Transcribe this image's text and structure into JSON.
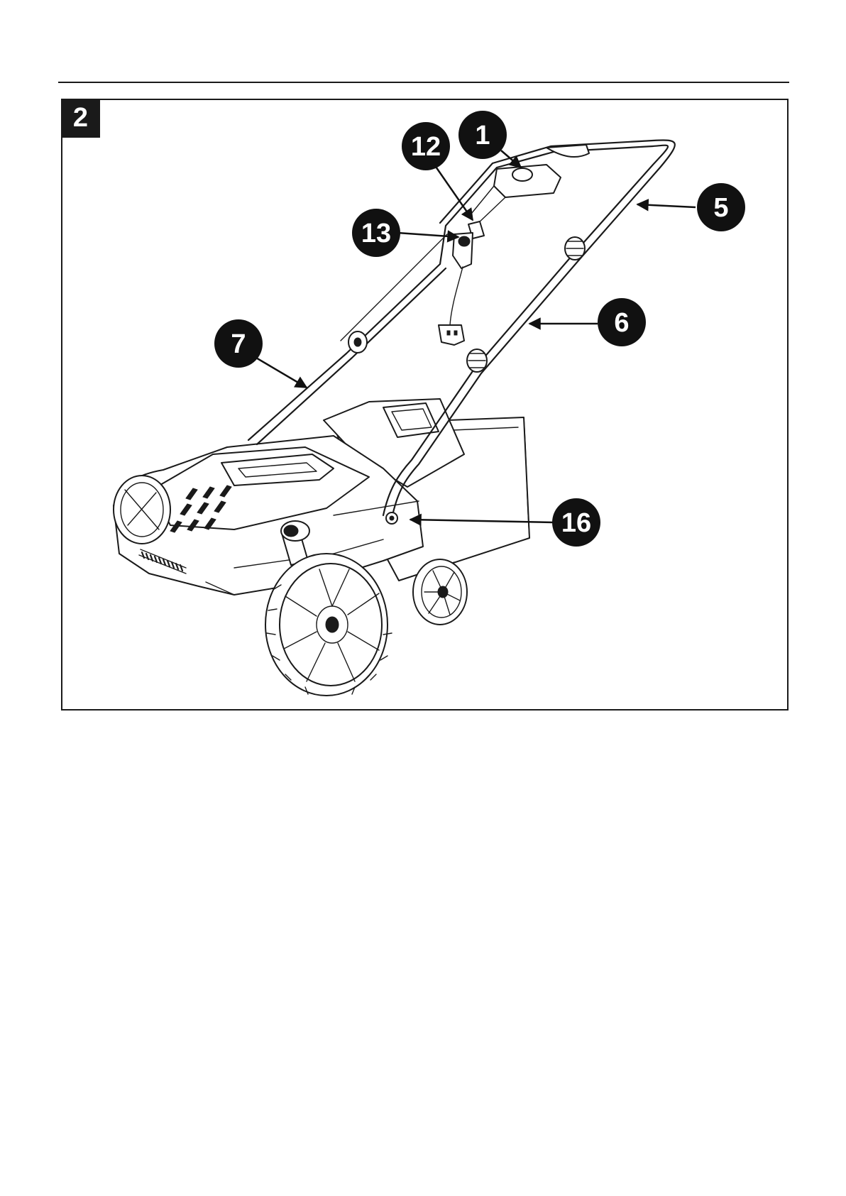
{
  "figure": {
    "number": "2"
  },
  "callouts": [
    {
      "id": "handle-switch",
      "label": "1"
    },
    {
      "id": "cable-hook",
      "label": "12"
    },
    {
      "id": "cable-strain-relief",
      "label": "13"
    },
    {
      "id": "upper-handle",
      "label": "5"
    },
    {
      "id": "middle-handle",
      "label": "6"
    },
    {
      "id": "lower-handle",
      "label": "7"
    },
    {
      "id": "handle-mount",
      "label": "16"
    }
  ],
  "colors": {
    "ink": "#1a1a1a",
    "paper": "#ffffff"
  }
}
